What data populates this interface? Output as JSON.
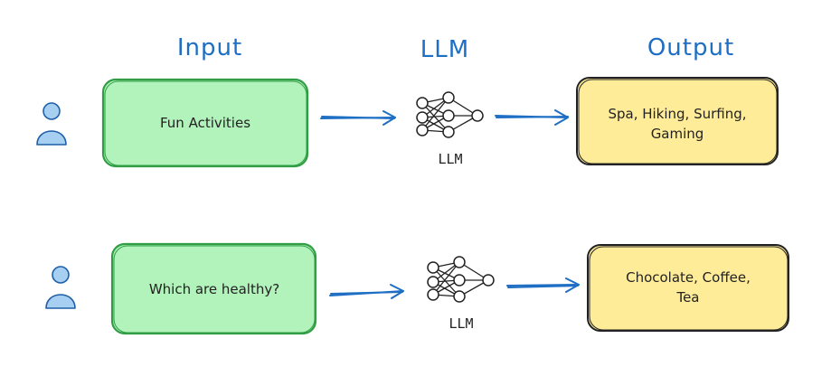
{
  "headers": {
    "input": "Input",
    "model": "LLM",
    "output": "Output"
  },
  "rows": [
    {
      "input_text": [
        "Fun Activities"
      ],
      "model_label": "LLM",
      "output_text": [
        "Spa, Hiking, Surfing,",
        "Gaming"
      ]
    },
    {
      "input_text": [
        "Which are healthy?"
      ],
      "model_label": "LLM",
      "output_text": [
        "Chocolate, Coffee,",
        "Tea"
      ]
    }
  ],
  "colors": {
    "header_text": "#1e6fc4",
    "arrow": "#1e6fc4",
    "user_icon": "#a6cff2",
    "input_fill": "#b2f2bb",
    "input_stroke": "#2f9e44",
    "output_fill": "#ffec99",
    "output_stroke": "#222222"
  },
  "icons": {
    "user": "user-icon",
    "model": "neural-network-icon",
    "arrow": "arrow-right-icon"
  }
}
